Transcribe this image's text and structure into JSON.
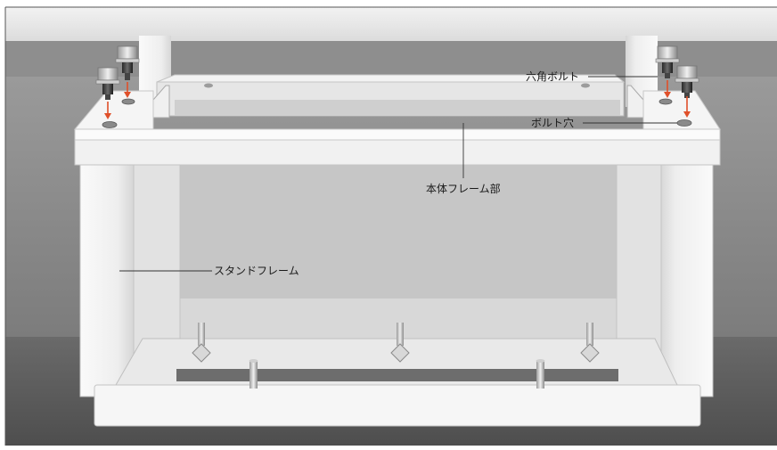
{
  "labels": {
    "hex_bolt": "六角ボルト",
    "bolt_hole": "ボルト穴",
    "body_frame": "本体フレーム部",
    "stand_frame": "スタンドフレーム"
  },
  "colors": {
    "background": "#ffffff",
    "wall_dark": "#5e5e5e",
    "wall_mid": "#8c8c8c",
    "frame_white": "#f4f4f4",
    "frame_shadow": "#c9c9c9",
    "arrow_red": "#e0502a"
  }
}
